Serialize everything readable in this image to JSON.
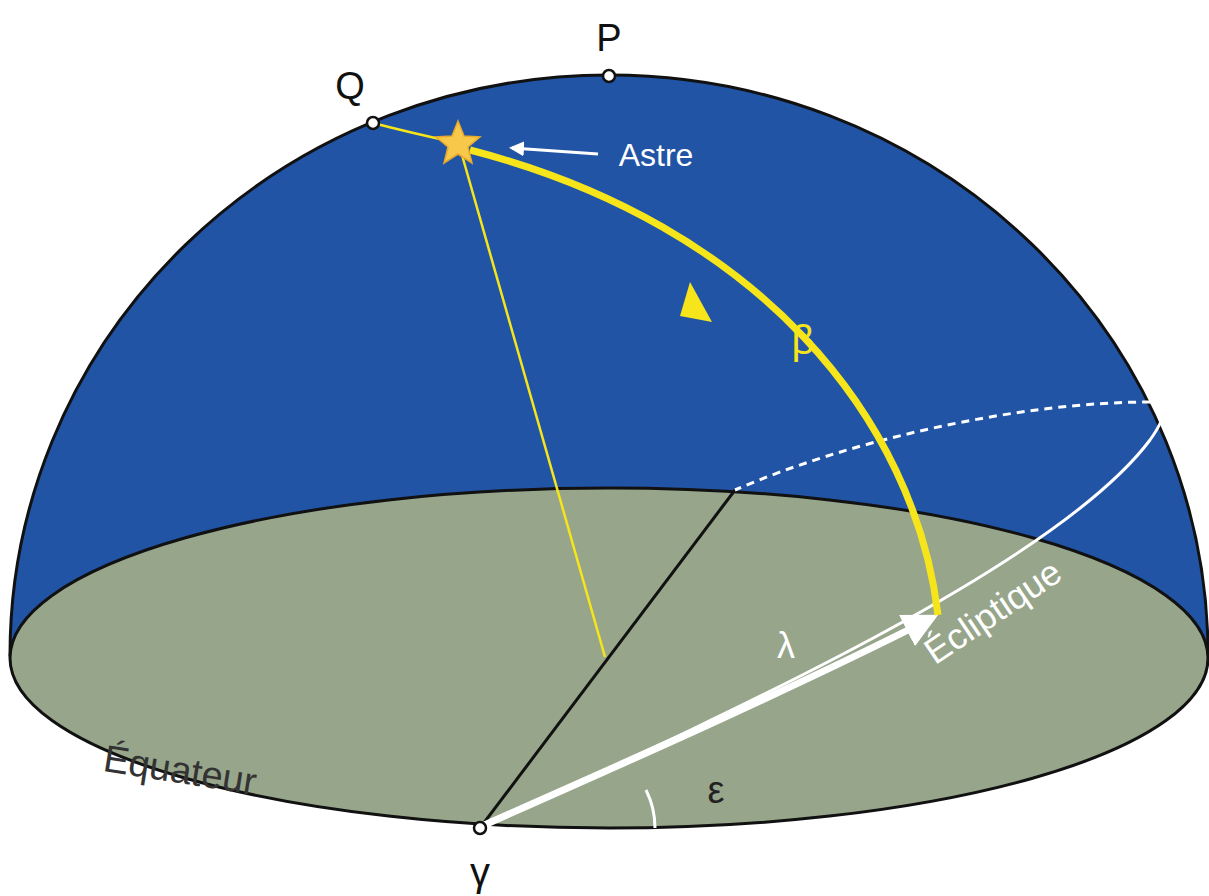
{
  "diagram": {
    "labels": [
      "P",
      "Q",
      "Astre",
      "β",
      "λ",
      "Écliptique",
      "Équateur",
      "ε",
      "γ"
    ]
  }
}
